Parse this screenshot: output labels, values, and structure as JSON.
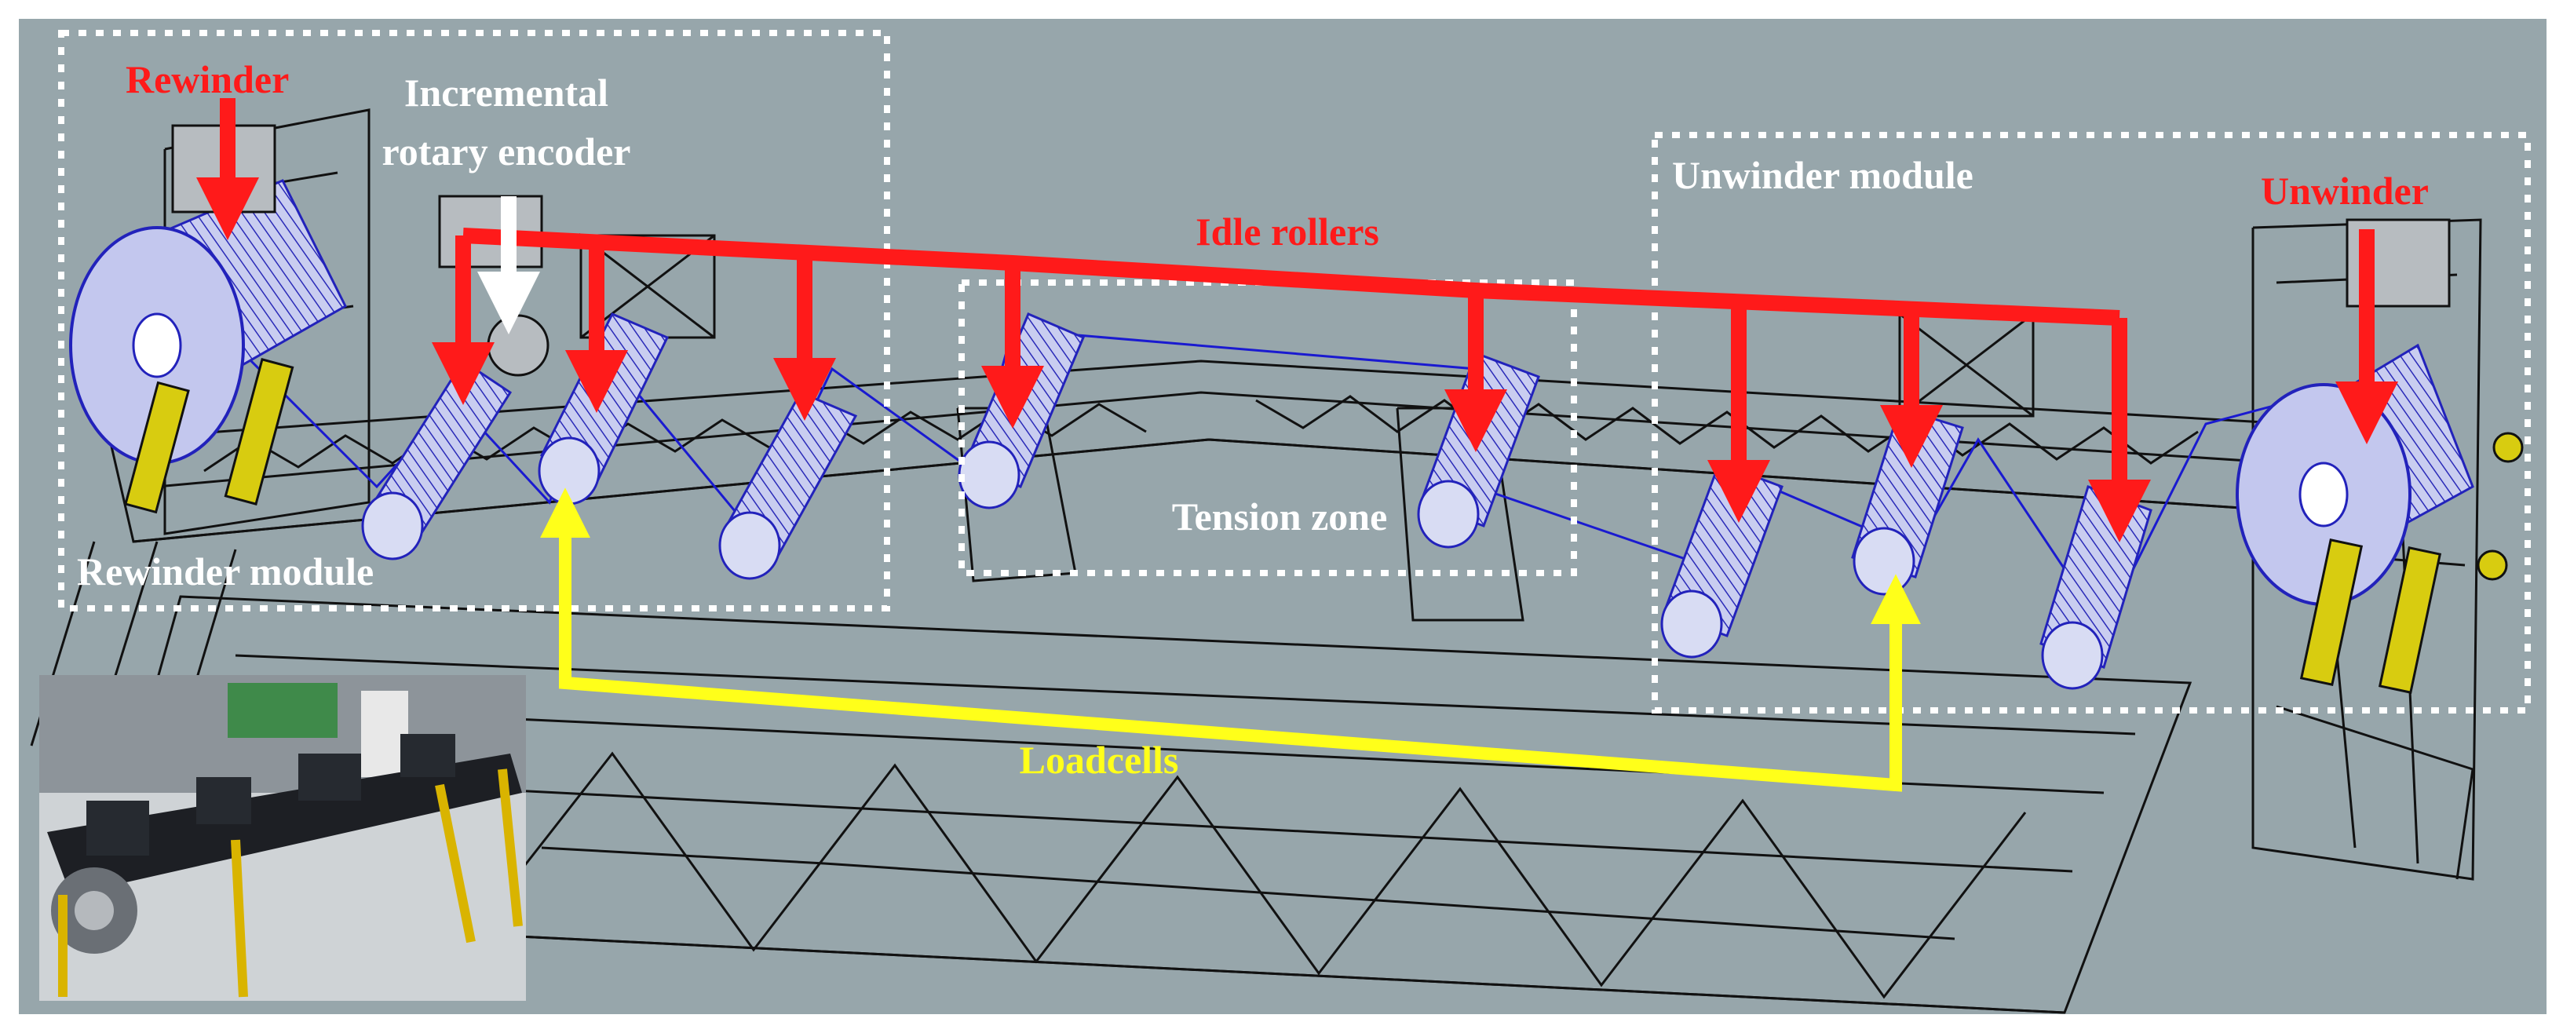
{
  "labels": {
    "rewinder": "Rewinder",
    "encoder_line1": "Incremental",
    "encoder_line2": "rotary encoder",
    "idle_rollers": "Idle rollers",
    "unwinder_module": "Unwinder module",
    "unwinder": "Unwinder",
    "tension_zone": "Tension zone",
    "rewinder_module": "Rewinder module",
    "loadcells": "Loadcells"
  },
  "colors": {
    "background": "#97a6ab",
    "arrow_red": "#ff1a1a",
    "arrow_yellow": "#ffff1a",
    "label_white": "#ffffff",
    "label_red": "#ff1a1a",
    "label_yellow": "#ffff1a",
    "wire_black": "#111111",
    "roller_blue": "#2222bb",
    "frame_yellow": "#d8cc10"
  },
  "icons": {
    "photo": "photo-inset-testbed"
  }
}
